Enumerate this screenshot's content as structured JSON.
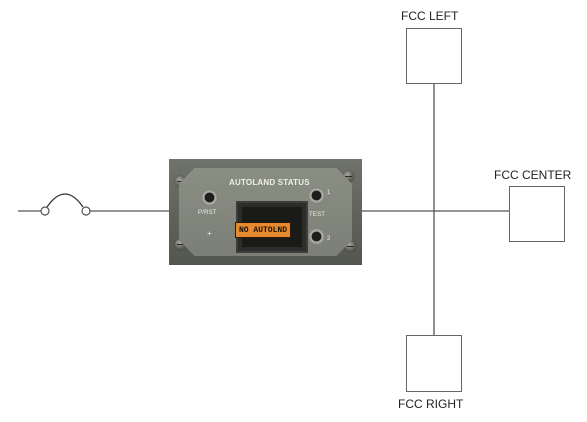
{
  "diagram": {
    "panel": {
      "title": "AUTOLAND STATUS",
      "annunciator": "NO AUTOLND",
      "left_button_label": "P/RST",
      "left_plus": "+",
      "right_button_label": "TEST",
      "right_mark_top": "1",
      "right_mark_bottom": "2"
    },
    "fcc_left": {
      "label": "FCC LEFT"
    },
    "fcc_center": {
      "label": "FCC CENTER"
    },
    "fcc_right": {
      "label": "FCC RIGHT"
    },
    "colors": {
      "wire": "#555555",
      "annunciator": "#e58a2e"
    }
  }
}
